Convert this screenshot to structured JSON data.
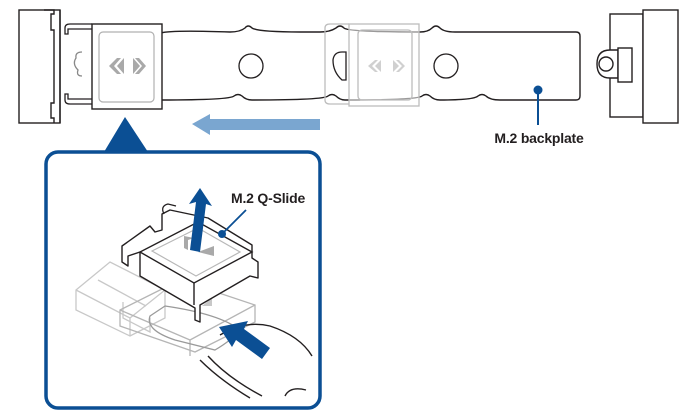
{
  "diagram": {
    "labels": {
      "backplate": "M.2 backplate",
      "qslide": "M.2 Q-Slide"
    },
    "colors": {
      "accent": "#0b4f94",
      "arrow_light": "#7aa6d0",
      "line": "#231f20",
      "ghost": "#bdbdbd",
      "chevron": "#a9a9a9"
    },
    "callouts": [
      {
        "target": "m2-backplate",
        "label_key": "backplate"
      },
      {
        "target": "m2-q-slide",
        "label_key": "qslide"
      }
    ],
    "arrows": [
      {
        "name": "slide-direction-arrow",
        "direction": "left"
      },
      {
        "name": "lift-arrow",
        "direction": "up"
      },
      {
        "name": "push-arrow",
        "direction": "up-left"
      }
    ]
  }
}
